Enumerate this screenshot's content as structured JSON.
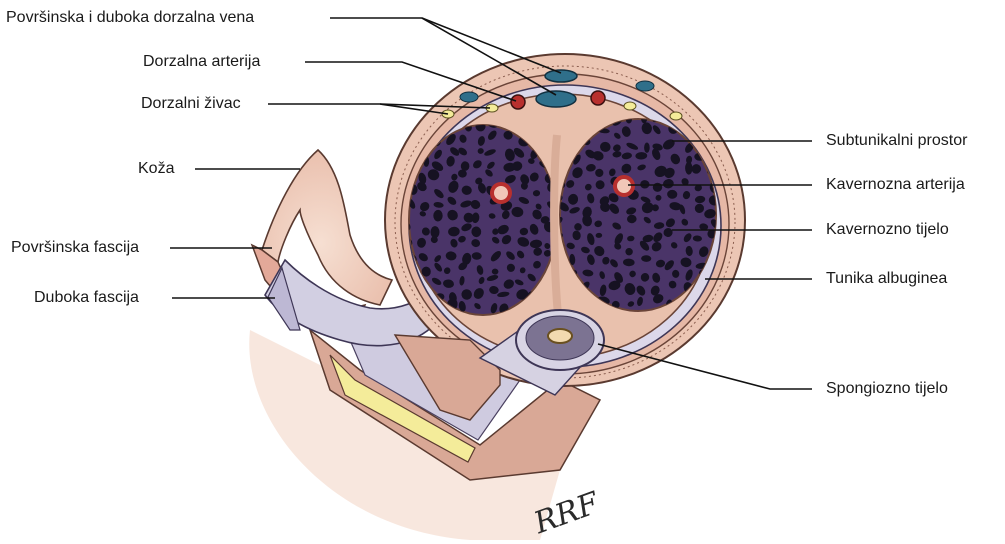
{
  "labels": {
    "superficial_deep_dorsal_vein": "Površinska i duboka dorzalna vena",
    "dorsal_artery": "Dorzalna arterija",
    "dorsal_nerve": "Dorzalni živac",
    "skin": "Koža",
    "superficial_fascia": "Površinska fascija",
    "deep_fascia": "Duboka fascija",
    "subtunical_space": "Subtunikalni prostor",
    "cavernous_artery": "Kavernozna arterija",
    "corpus_cavernosum": "Kavernozno tijelo",
    "tunica_albuginea": "Tunika albuginea",
    "corpus_spongiosum": "Spongiozno tijelo"
  },
  "signature": "RRF",
  "colors": {
    "skin": "#f2d4c4",
    "fascia_pink": "#e3b3a0",
    "deep_fascia": "#cfcbe0",
    "tunica": "#e8c0ac",
    "cavernous_fill": "#4a3468",
    "cavernous_holes": "#161222",
    "fat_yellow": "#f4ec9a",
    "vessel_red": "#b8302e",
    "vein_blue": "#2f6f8a"
  }
}
